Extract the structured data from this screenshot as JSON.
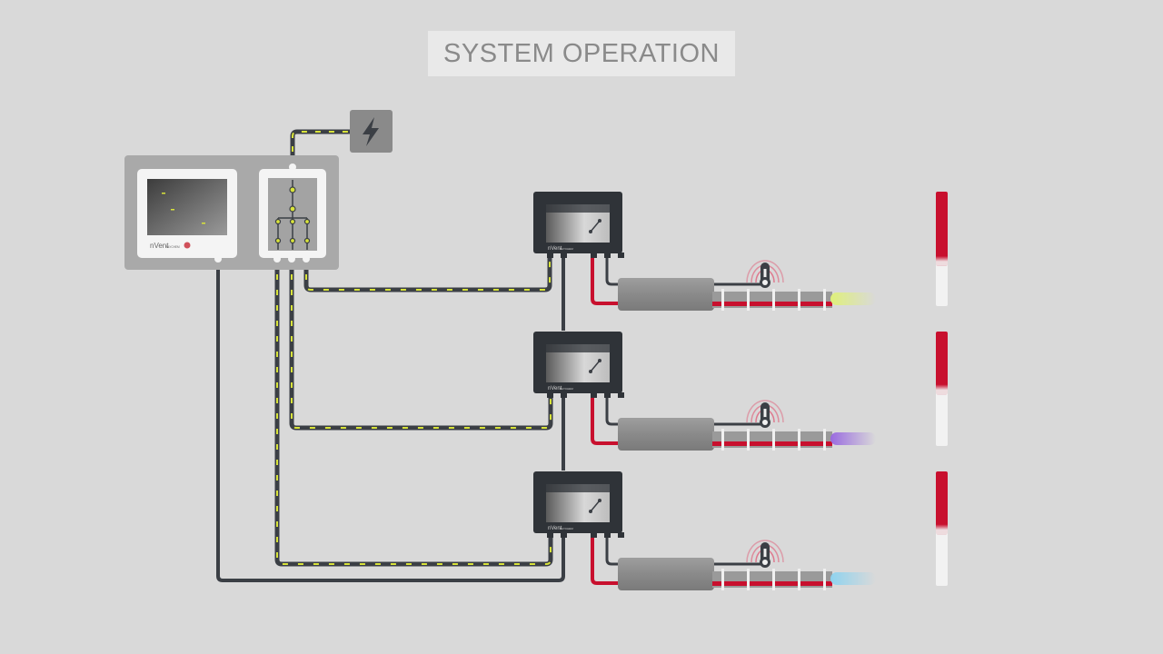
{
  "title": "SYSTEM OPERATION",
  "brand": {
    "name": "nVent",
    "product": "RAYCHEM"
  },
  "icons": {
    "power": "lightning-bolt-icon",
    "sensor": "thermometer-icon",
    "controller": "heat-trace-controller-icon",
    "breaker": "circuit-breaker-icon"
  },
  "colors": {
    "background": "#d9d9d9",
    "cable_dark": "#3b3f45",
    "cable_dash": "#d8e33a",
    "heat_red": "#c8102e",
    "pipe_grey": "#8e8e8e",
    "stream_yellow": "#dff07a",
    "stream_purple": "#9a6be0",
    "stream_blue": "#8fd3ef"
  },
  "circuits": [
    {
      "stream_color": "yellow",
      "temperature_fill": 0.65
    },
    {
      "stream_color": "purple",
      "temperature_fill": 0.55
    },
    {
      "stream_color": "blue",
      "temperature_fill": 0.55
    }
  ]
}
